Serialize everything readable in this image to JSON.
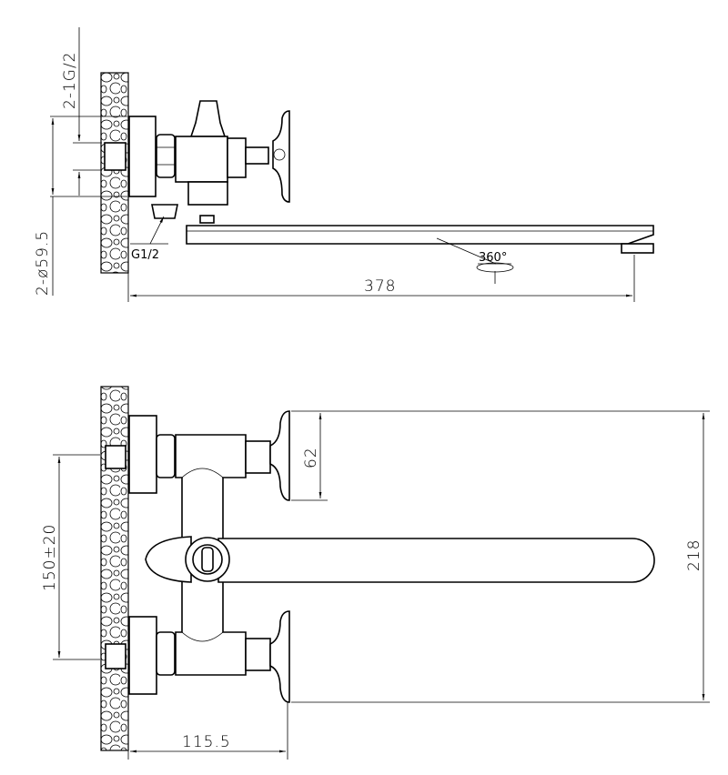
{
  "top_view": {
    "inlet_thread": "2-1G/2",
    "inlet_diameter": "2-ø59.5",
    "outlet_thread": "G1/2",
    "rotation": "360°",
    "spout_length": "378"
  },
  "front_view": {
    "handle_height": "62",
    "center_distance": "150±20",
    "overall_height": "218",
    "wall_projection": "115.5"
  }
}
